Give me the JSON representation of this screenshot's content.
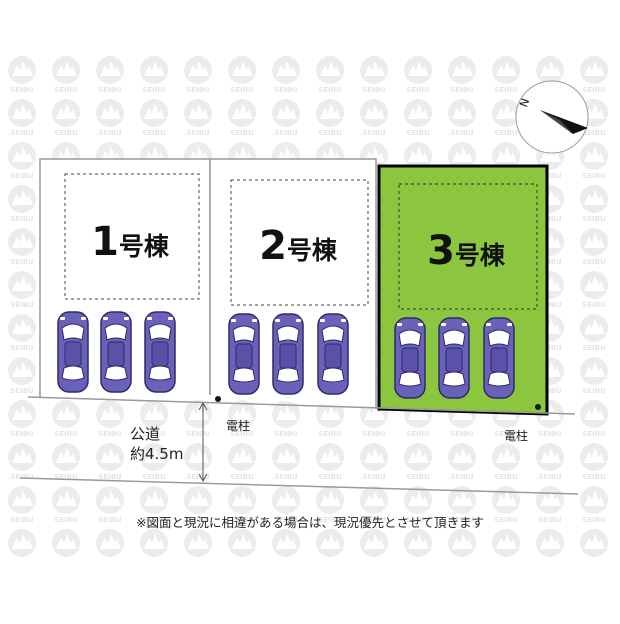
{
  "lots": [
    {
      "number": "1",
      "suffix": "号棟",
      "highlighted": false,
      "car_count": 3
    },
    {
      "number": "2",
      "suffix": "号棟",
      "highlighted": false,
      "car_count": 3
    },
    {
      "number": "3",
      "suffix": "号棟",
      "highlighted": true,
      "car_count": 3
    }
  ],
  "road": {
    "name": "公道",
    "width": "約4.5m"
  },
  "utility_poles": [
    {
      "label": "電柱"
    },
    {
      "label": "電柱"
    }
  ],
  "compass": {
    "north_label": "N",
    "icon": "north-arrow-icon"
  },
  "note": "※図面と現況に相違がある場合は、現況優先とさせて頂きます",
  "watermark": {
    "icon": "tree-logo-watermark",
    "text": "SEIBU"
  },
  "colors": {
    "highlight_fill": "#8cc63f",
    "highlight_border": "#000000",
    "car_body": "#6a62b8",
    "car_dark": "#2e2a6a",
    "lot_border": "#9a9a9a",
    "watermark": "#ececec"
  }
}
